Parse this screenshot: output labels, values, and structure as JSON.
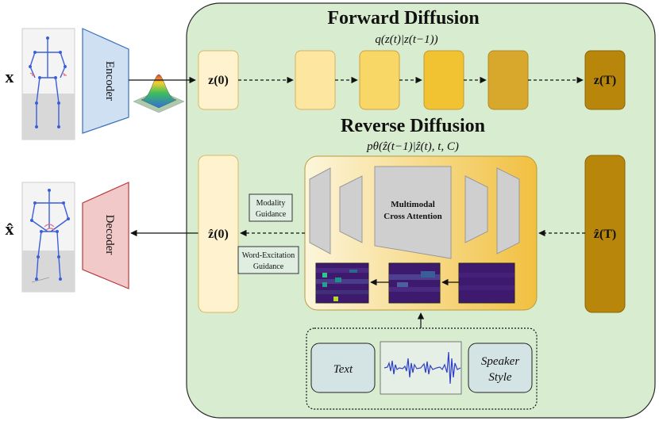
{
  "titles": {
    "forward": "Forward Diffusion",
    "forward_formula": "q(z(t)|z(t−1))",
    "reverse": "Reverse Diffusion",
    "reverse_formula": "pθ(ẑ(t−1)|ẑ(t), t, C)"
  },
  "inputs": {
    "x": "x",
    "x_hat": "x̂"
  },
  "blocks": {
    "encoder": "Encoder",
    "decoder": "Decoder",
    "cross_attention_line1": "Multimodal",
    "cross_attention_line2": "Cross Attention"
  },
  "latents": {
    "z0": "z(0)",
    "zT": "z(T)",
    "z0_hat": "ẑ(0)",
    "zT_hat": "ẑ(T)"
  },
  "guidance": {
    "modality_line1": "Modality",
    "modality_line2": "Guidance",
    "word_line1": "Word-Excitation",
    "word_line2": "Guidance"
  },
  "conditions": {
    "text": "Text",
    "speaker_line1": "Speaker",
    "speaker_line2": "Style"
  },
  "colors": {
    "panel_fill": "#d8ecd0",
    "panel_stroke": "#2a2a2a",
    "encoder": "#cfe0f3",
    "decoder": "#f2c9c9",
    "latent_light": "#fff3cf",
    "latent_dark": "#b8860b",
    "cond_box": "#d4e4e4"
  }
}
